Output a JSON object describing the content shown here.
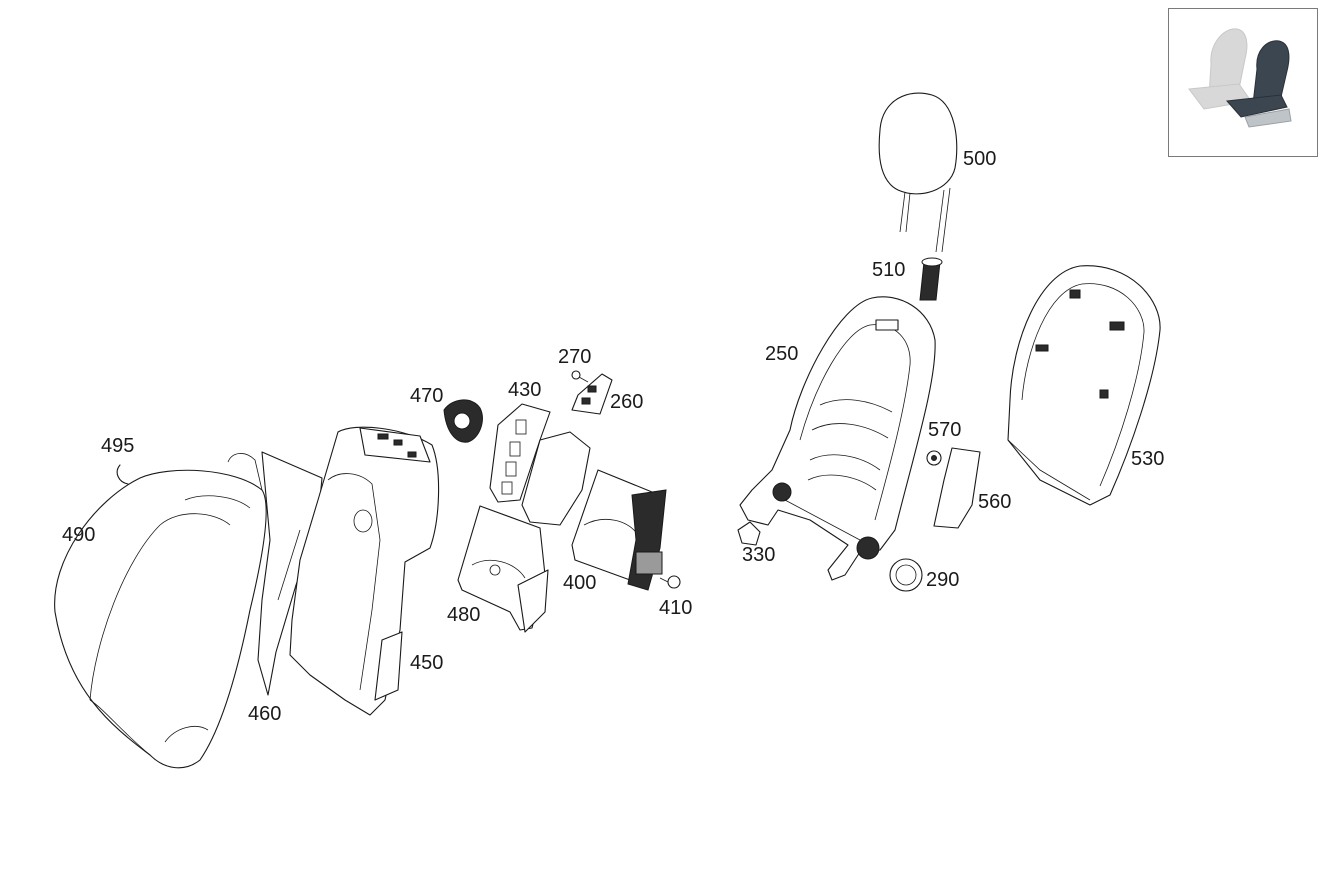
{
  "callouts": {
    "c500": "500",
    "c510": "510",
    "c250": "250",
    "c270": "270",
    "c260": "260",
    "c470": "470",
    "c430": "430",
    "c495": "495",
    "c490": "490",
    "c570": "570",
    "c530": "530",
    "c560": "560",
    "c330": "330",
    "c290": "290",
    "c400": "400",
    "c410": "410",
    "c480": "480",
    "c450": "450",
    "c460": "460"
  },
  "thumbnail": {
    "icon": "seat-position-icon",
    "highlight_color": "#3c4650",
    "ghost_color": "#d8d8d8"
  }
}
